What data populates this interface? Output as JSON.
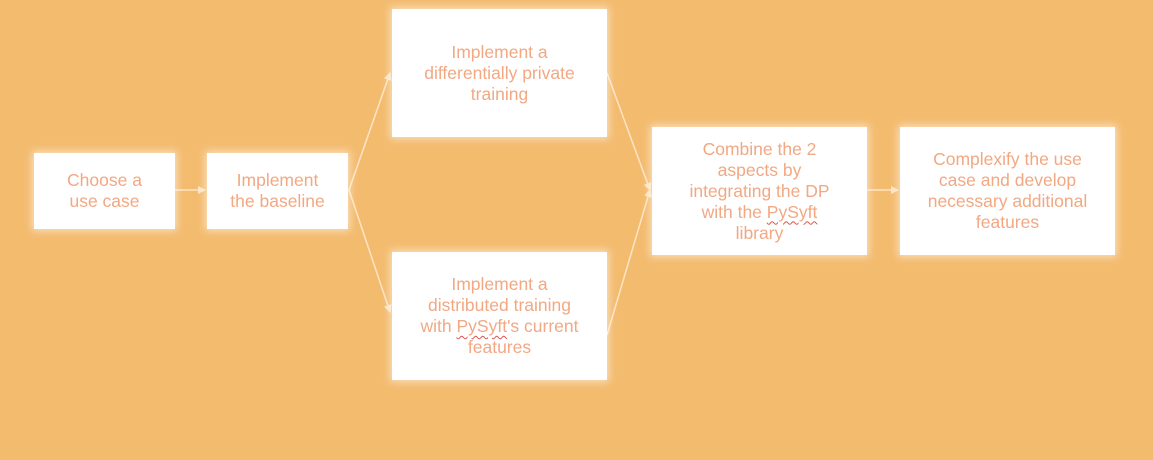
{
  "colors": {
    "background": "#f3bb6e",
    "node_fill": "#ffffff",
    "node_text": "#f2a883",
    "edge": "#fde4c4"
  },
  "nodes": [
    {
      "id": "n1",
      "lines": [
        "Choose a",
        "use case"
      ]
    },
    {
      "id": "n2",
      "lines": [
        "Implement",
        "the baseline"
      ]
    },
    {
      "id": "n3",
      "lines": [
        "Implement a",
        "differentially private",
        "training"
      ]
    },
    {
      "id": "n4",
      "lines": [
        "Implement a",
        "distributed training",
        "with PySyft's current",
        "features"
      ]
    },
    {
      "id": "n5",
      "lines": [
        "Combine the 2",
        "aspects by",
        "integrating the DP",
        "with the PySyft",
        "library"
      ]
    },
    {
      "id": "n6",
      "lines": [
        "Complexify the use",
        "case and develop",
        "necessary additional",
        "features"
      ]
    }
  ],
  "edges": [
    {
      "from": "n1",
      "to": "n2"
    },
    {
      "from": "n2",
      "to": "n3"
    },
    {
      "from": "n2",
      "to": "n4"
    },
    {
      "from": "n3",
      "to": "n5"
    },
    {
      "from": "n4",
      "to": "n5"
    },
    {
      "from": "n5",
      "to": "n6"
    }
  ]
}
